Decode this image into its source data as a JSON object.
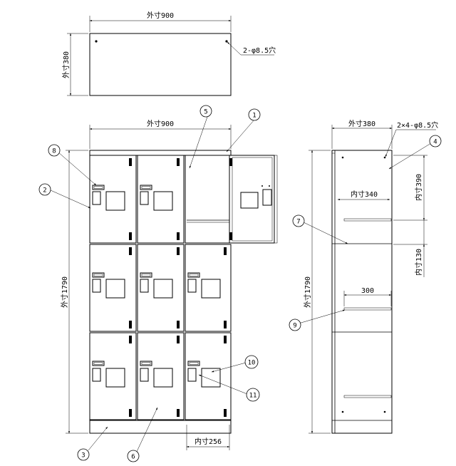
{
  "dimensions": {
    "top_width": "外寸900",
    "top_depth": "外寸380",
    "top_hole": "2-φ8.5穴",
    "front_width": "外寸900",
    "front_height": "外寸1790",
    "inner_width": "内寸256",
    "side_depth": "外寸380",
    "side_hole": "2×4-φ8.5穴",
    "side_height": "外寸1790",
    "inner_depth": "内寸340",
    "inner_h390": "内寸390",
    "inner_h130": "内寸130",
    "shelf_300": "300"
  },
  "callouts": [
    "1",
    "2",
    "3",
    "4",
    "5",
    "6",
    "7",
    "8",
    "9",
    "10",
    "11"
  ]
}
